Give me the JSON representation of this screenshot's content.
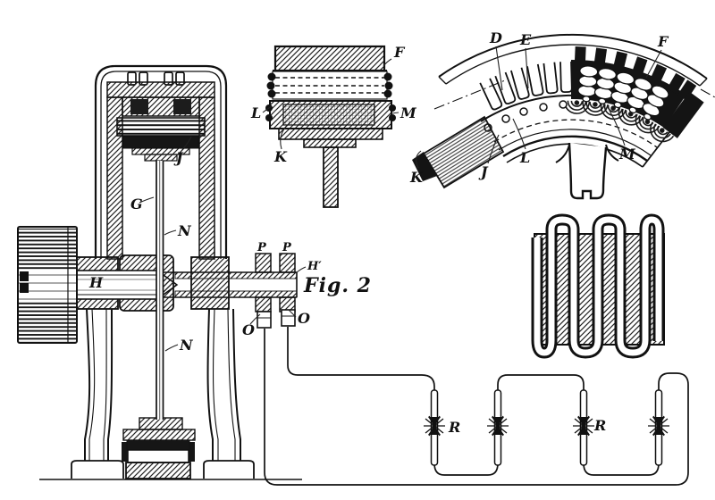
{
  "figure": {
    "caption": "Fig. 2"
  },
  "callouts": {
    "machine": {
      "j": "J",
      "g": "G",
      "n_upper": "N",
      "n_lower": "N",
      "h": "H",
      "p_left": "P",
      "p_right": "P",
      "h_prime": "H′",
      "o_left": "O",
      "o_right": "O"
    },
    "detail": {
      "f": "F",
      "l": "L",
      "m": "M",
      "k": "K"
    },
    "segment": {
      "d": "D",
      "e": "E",
      "f": "F",
      "k": "K",
      "j": "J",
      "l": "L",
      "m": "M"
    },
    "circuit": {
      "r1": "R",
      "r2": "R"
    }
  }
}
